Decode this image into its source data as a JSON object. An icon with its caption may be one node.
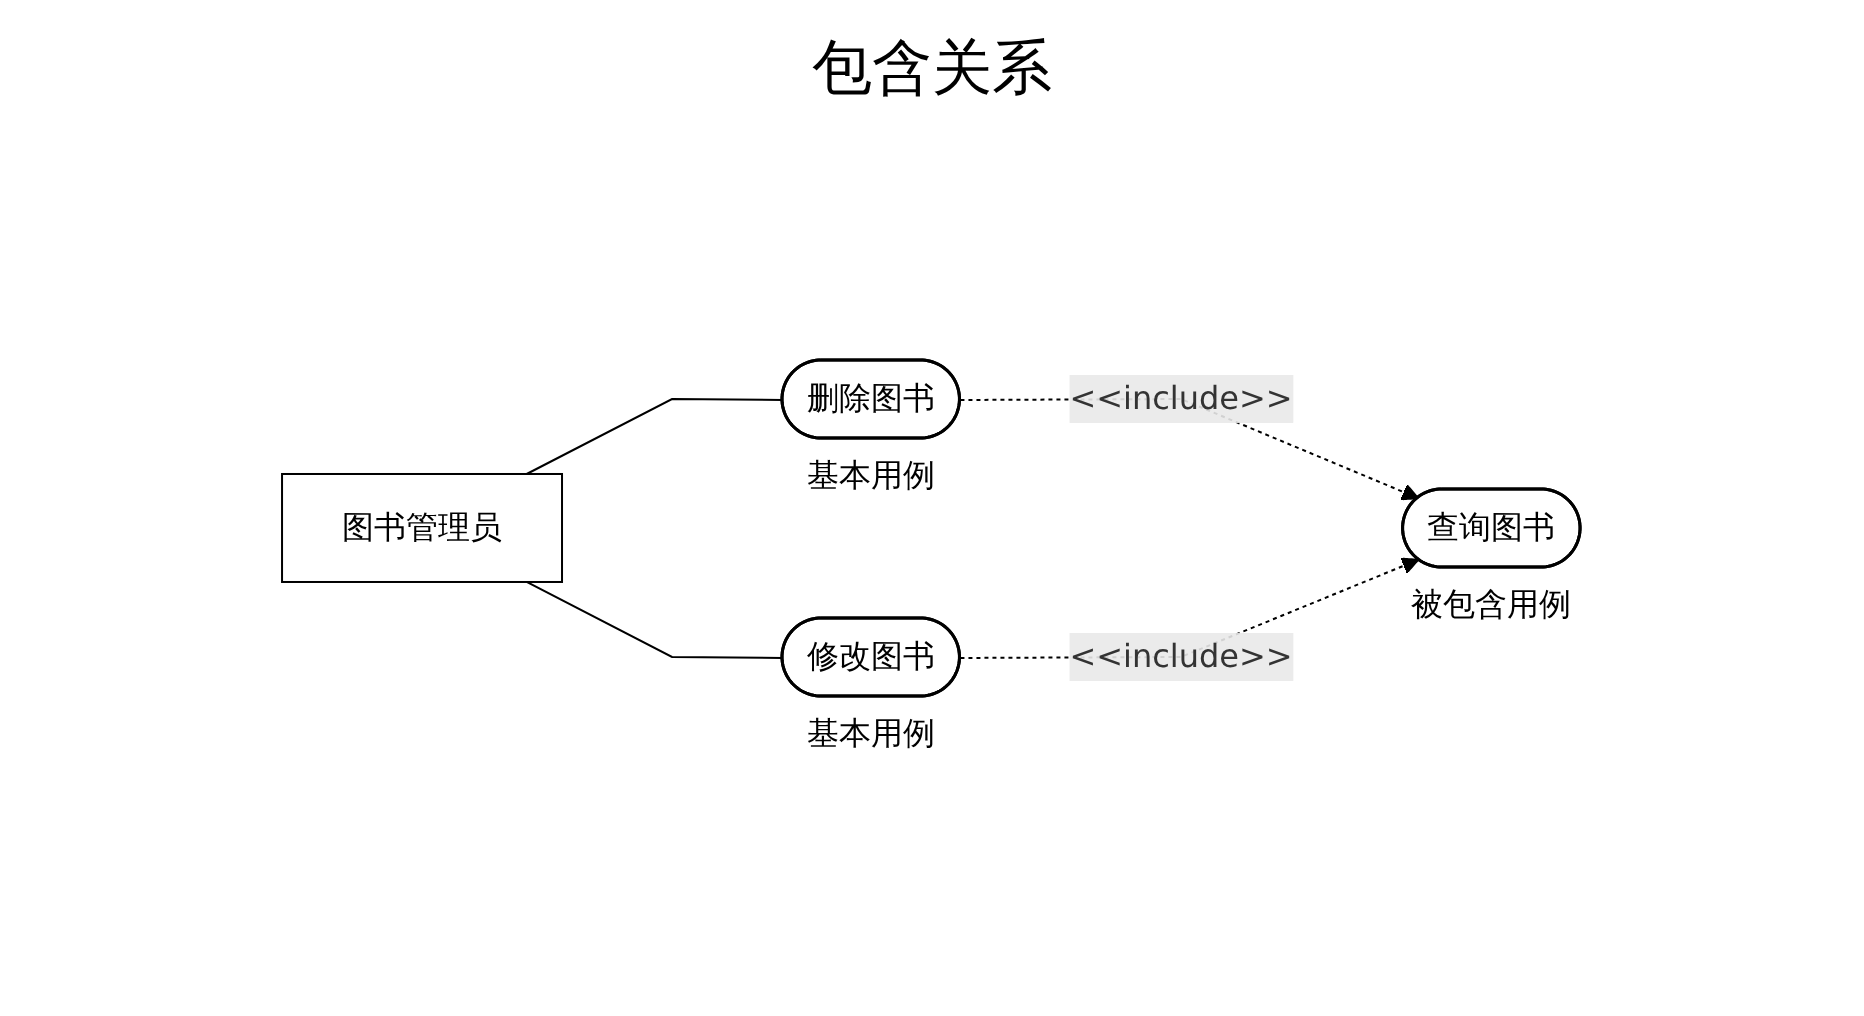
{
  "diagram": {
    "title": "包含关系",
    "nodes": [
      {
        "text": [
          "图书管理员"
        ]
      },
      {
        "text": [
          "删除图书"
        ],
        "beside": [
          "基本用例"
        ]
      },
      {
        "text": [
          "查询图书"
        ],
        "beside": [
          "被包含用例"
        ]
      },
      {
        "text": [
          "修改图书"
        ],
        "beside": [
          "基本用例"
        ]
      }
    ],
    "edges": [
      {
        "from": 0,
        "to": 1,
        "arrow": "none"
      },
      {
        "from": 0,
        "to": 3,
        "arrow": "none"
      },
      {
        "from": 1,
        "to": 2,
        "arrow": "to",
        "style": "dashed",
        "label": "<<include>>"
      },
      {
        "from": 3,
        "to": 2,
        "arrow": "to",
        "style": "dashed",
        "label": "<<include>>"
      }
    ]
  }
}
